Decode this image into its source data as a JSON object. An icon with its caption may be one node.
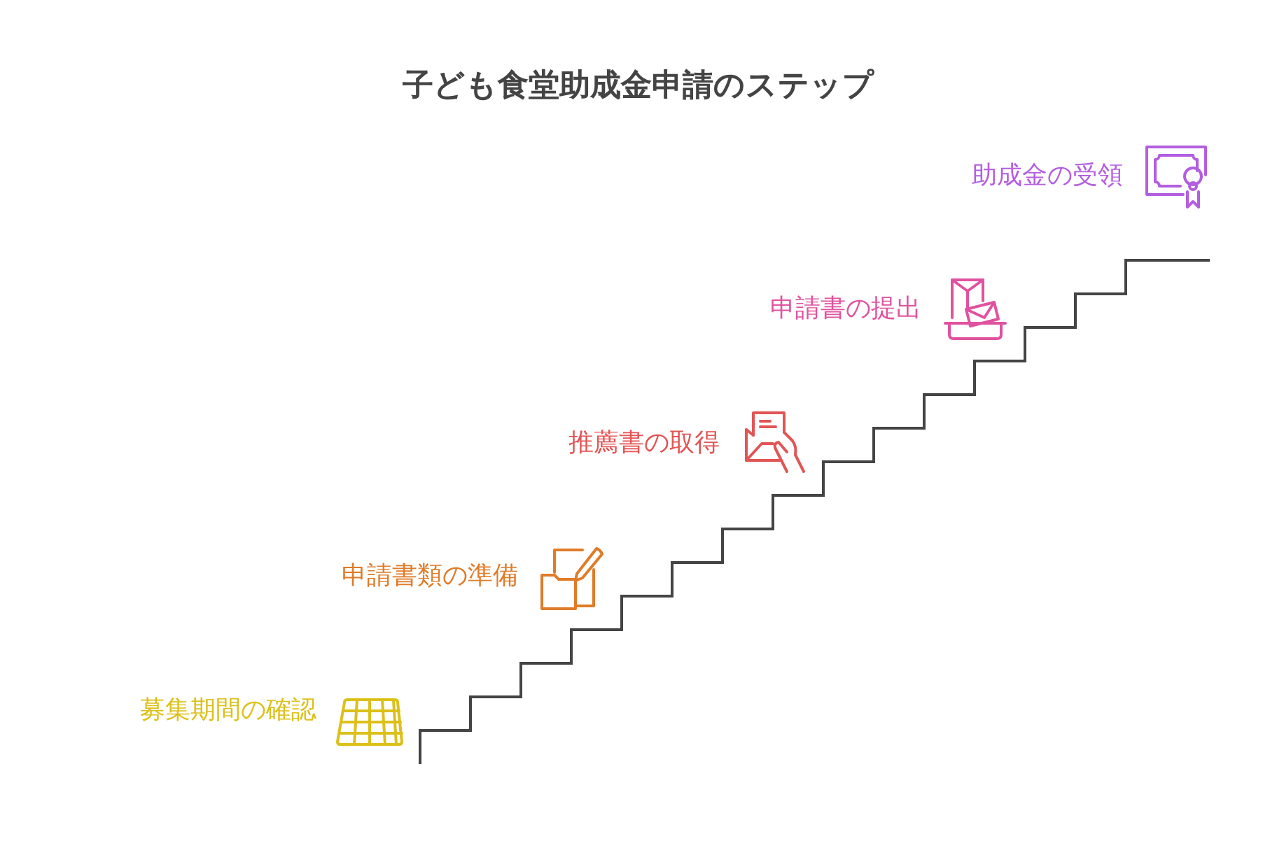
{
  "diagram": {
    "title": "子ども食堂助成金申請のステップ",
    "labels": [
      "助成金の受領",
      "申請書の提出",
      "推薦書の取得",
      "申請書類の準備",
      "募集期間の確認"
    ]
  }
}
